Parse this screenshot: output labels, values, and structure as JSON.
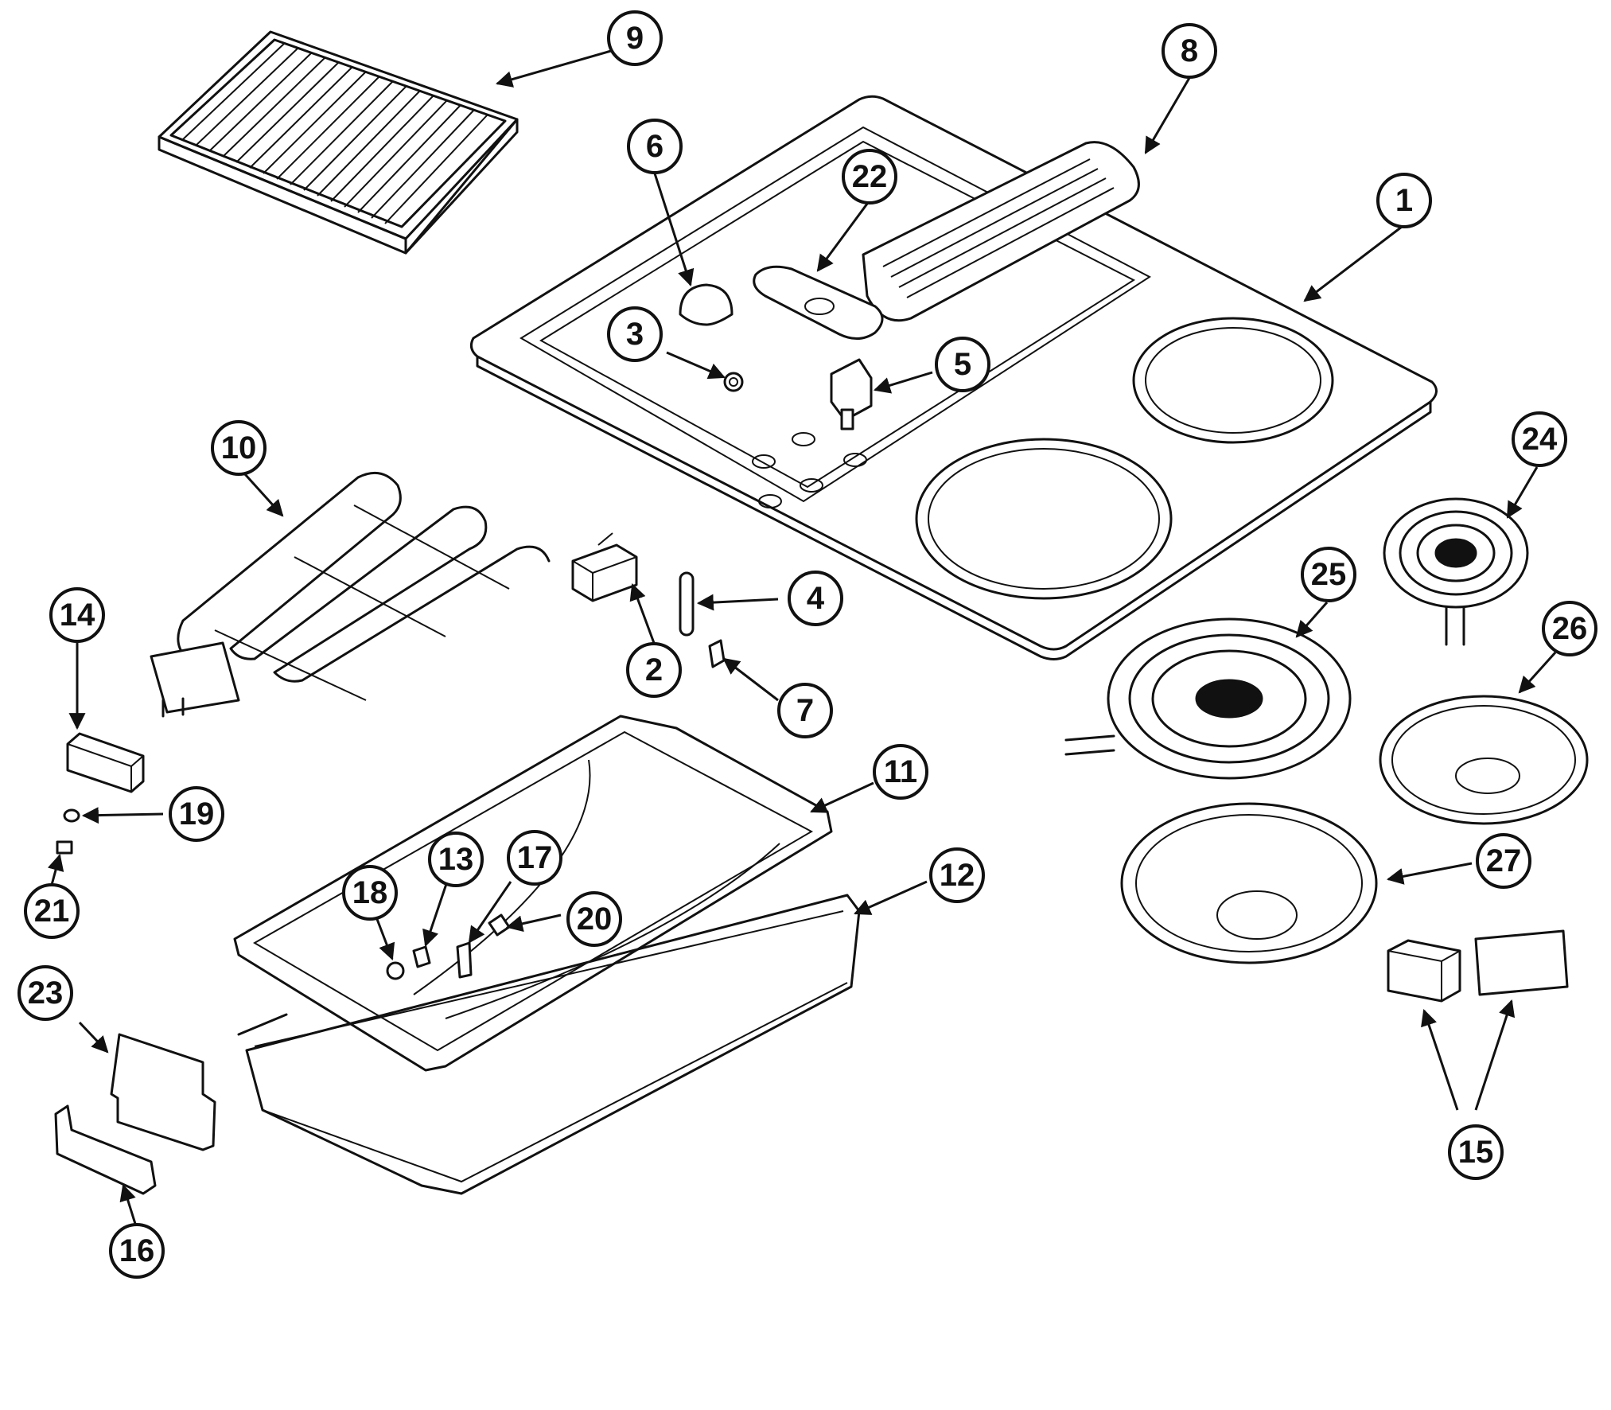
{
  "diagram": {
    "type": "exploded parts diagram",
    "callouts": [
      {
        "id": "1",
        "label": "1"
      },
      {
        "id": "2",
        "label": "2"
      },
      {
        "id": "3",
        "label": "3"
      },
      {
        "id": "4",
        "label": "4"
      },
      {
        "id": "5",
        "label": "5"
      },
      {
        "id": "6",
        "label": "6"
      },
      {
        "id": "7",
        "label": "7"
      },
      {
        "id": "8",
        "label": "8"
      },
      {
        "id": "9",
        "label": "9"
      },
      {
        "id": "10",
        "label": "10"
      },
      {
        "id": "11",
        "label": "11"
      },
      {
        "id": "12",
        "label": "12"
      },
      {
        "id": "13",
        "label": "13"
      },
      {
        "id": "14",
        "label": "14"
      },
      {
        "id": "15",
        "label": "15"
      },
      {
        "id": "16",
        "label": "16"
      },
      {
        "id": "17",
        "label": "17"
      },
      {
        "id": "18",
        "label": "18"
      },
      {
        "id": "19",
        "label": "19"
      },
      {
        "id": "20",
        "label": "20"
      },
      {
        "id": "21",
        "label": "21"
      },
      {
        "id": "22",
        "label": "22"
      },
      {
        "id": "23",
        "label": "23"
      },
      {
        "id": "24",
        "label": "24"
      },
      {
        "id": "25",
        "label": "25"
      },
      {
        "id": "26",
        "label": "26"
      },
      {
        "id": "27",
        "label": "27"
      }
    ]
  }
}
